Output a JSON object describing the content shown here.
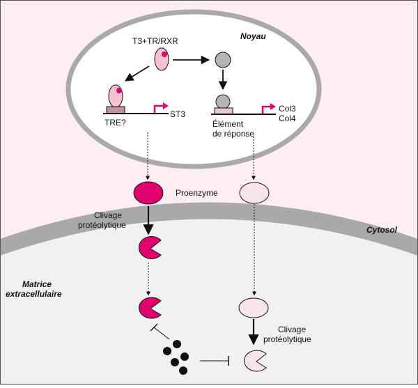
{
  "labels": {
    "nucleus": "Noyau",
    "cytosol": "Cytosol",
    "matrix_line1": "Matrice",
    "matrix_line2": "extracellulaire",
    "complex": "T3+TR/RXR",
    "tre": "TRE?",
    "st3": "ST3",
    "element_line1": "Élément",
    "element_line2": "de réponse",
    "col3": "Col3",
    "col4": "Col4",
    "proenzyme": "Proenzyme",
    "cleavage_left_line1": "Clivage",
    "cleavage_left_line2": "protéolytique",
    "cleavage_right_line1": "Clivage",
    "cleavage_right_line2": "protéolytique"
  },
  "colors": {
    "magenta": "#e0006e",
    "pink_light": "#f4c2d3",
    "pink_pale": "#fbe3ea",
    "gray_protein": "#b4b4b4",
    "cytosol_bg": "#fceef2",
    "matrix_bg": "#f1f1f1",
    "membrane": "#a9a9a9",
    "dna_box": "#c1929c"
  }
}
